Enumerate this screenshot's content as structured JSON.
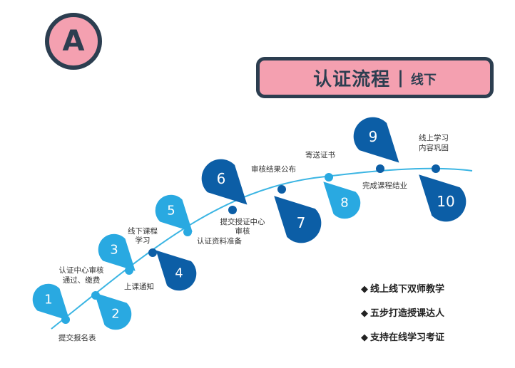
{
  "badge_letter": "A",
  "title": {
    "main": "认证流程",
    "separator": "|",
    "sub": "线下"
  },
  "colors": {
    "light_blue": "#29a9e1",
    "dark_blue": "#0c5ea6",
    "curve": "#3bb5e3",
    "accent_pink": "#f4a0b0",
    "navy": "#2c3e50"
  },
  "steps": [
    {
      "number": "1",
      "label": [
        "提交报名表"
      ]
    },
    {
      "number": "2",
      "label": [
        "上课通知"
      ]
    },
    {
      "number": "3",
      "label": [
        "认证中心审核",
        "通过、缴费"
      ]
    },
    {
      "number": "4",
      "label": [
        "线下课程",
        "学习"
      ]
    },
    {
      "number": "5",
      "label": [
        "认证资料准备"
      ]
    },
    {
      "number": "6",
      "label": [
        "提交授证中心",
        "审核"
      ]
    },
    {
      "number": "7",
      "label": [
        "审核结果公布"
      ]
    },
    {
      "number": "8",
      "label": [
        "寄送证书"
      ]
    },
    {
      "number": "9",
      "label": [
        "完成课程结业"
      ]
    },
    {
      "number": "10",
      "label": [
        "线上学习",
        "内容巩固"
      ]
    }
  ],
  "features": [
    {
      "bullet": "◆",
      "text": "线上线下双师教学"
    },
    {
      "bullet": "◆",
      "text": "五步打造授课达人"
    },
    {
      "bullet": "◆",
      "text": "支持在线学习考证"
    }
  ]
}
